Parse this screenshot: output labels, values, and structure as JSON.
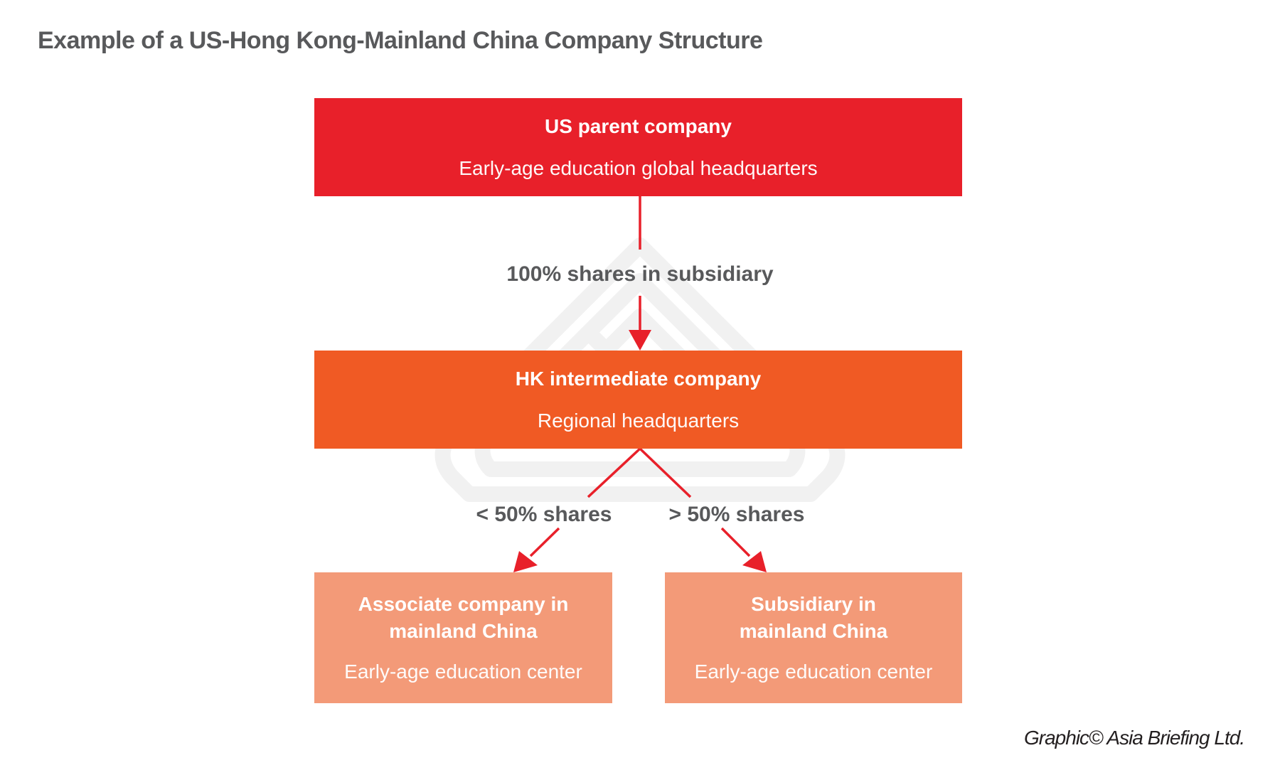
{
  "title": "Example of a US-Hong Kong-Mainland China Company Structure",
  "colors": {
    "parent": "#e8202a",
    "intermediate": "#f05a24",
    "mainland": "#f39a78",
    "arrow": "#e8202a",
    "label_text": "#58595b",
    "watermark": "#f2f2f2"
  },
  "nodes": {
    "us_parent": {
      "title": "US parent company",
      "subtitle": "Early-age education global headquarters"
    },
    "hk_intermediate": {
      "title": "HK intermediate company",
      "subtitle": "Regional headquarters"
    },
    "associate": {
      "title_line1": "Associate company in",
      "title_line2": "mainland China",
      "subtitle": "Early-age education center"
    },
    "subsidiary": {
      "title_line1": "Subsidiary in",
      "title_line2": "mainland China",
      "subtitle": "Early-age education center"
    }
  },
  "edges": {
    "us_to_hk": "100% shares in subsidiary",
    "hk_to_associate": "< 50% shares",
    "hk_to_subsidiary": "> 50% shares"
  },
  "credit": "Graphic© Asia Briefing Ltd."
}
